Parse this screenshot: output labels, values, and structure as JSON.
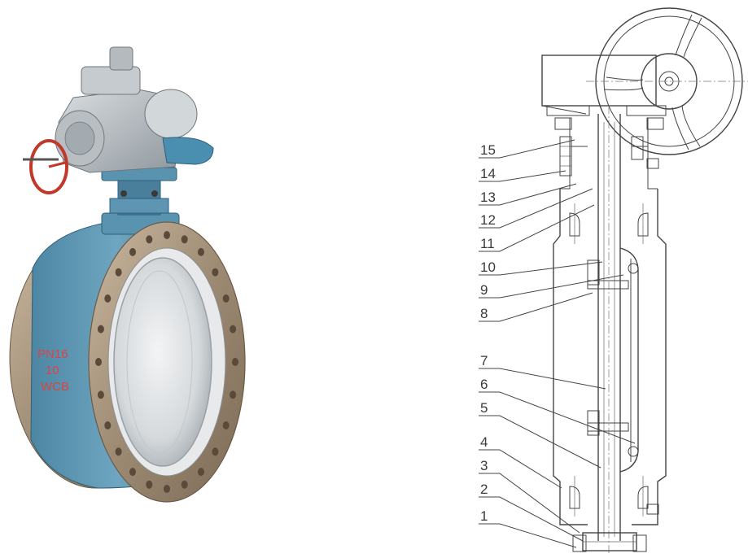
{
  "photo": {
    "body_marking": [
      "PN16",
      "10",
      "WCB"
    ]
  },
  "drawing": {
    "part_labels": [
      "15",
      "14",
      "13",
      "12",
      "11",
      "10",
      "9",
      "8",
      "7",
      "6",
      "5",
      "4",
      "3",
      "2",
      "1"
    ]
  }
}
